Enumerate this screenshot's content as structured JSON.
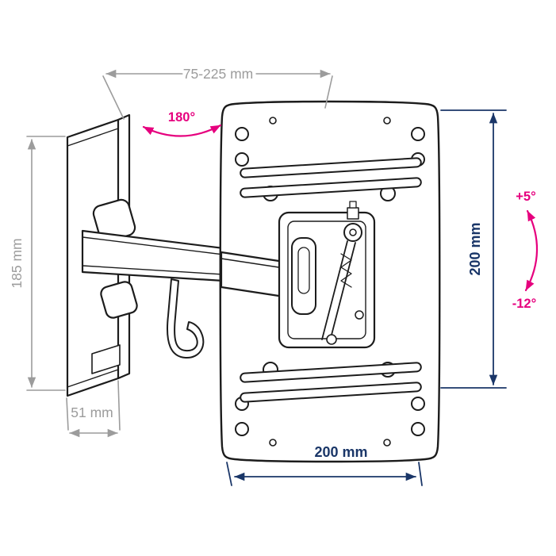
{
  "labels": {
    "extension_range": "75-225 mm",
    "swivel": "180°",
    "plate_height": "185 mm",
    "plate_depth": "51 mm",
    "vesa_vertical": "200 mm",
    "vesa_horizontal": "200 mm",
    "tilt_up": "+5°",
    "tilt_down": "-12°"
  },
  "colors": {
    "outline": "#1c1c1c",
    "dimension_gray": "#9c9c9c",
    "dimension_blue": "#1a3668",
    "accent_pink": "#e6007e",
    "background": "#ffffff"
  }
}
